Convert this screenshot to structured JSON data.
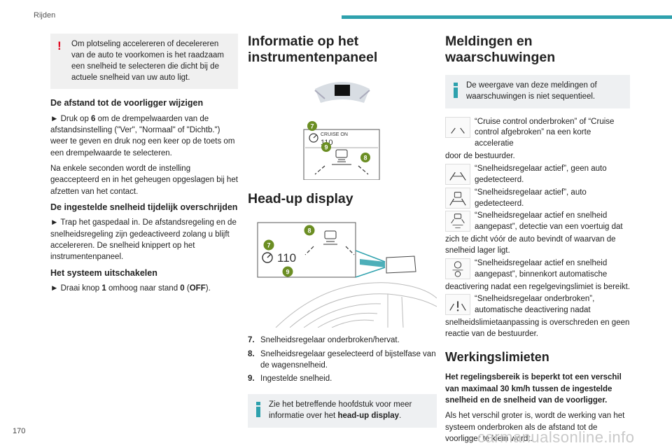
{
  "header": {
    "title": "Rijden",
    "page_number": "170"
  },
  "watermark": "carmanualsonline.info",
  "col1": {
    "warning": "Om plotseling accelereren of decelereren van de auto te voorkomen is het raadzaam een snelheid te selecteren die dicht bij de actuele snelheid van uw auto ligt.",
    "s1_title": "De afstand tot de voorligger wijzigen",
    "s1_p1_a": "► Druk op ",
    "s1_p1_b": "6",
    "s1_p1_c": " om de drempelwaarden van de afstandsinstelling (\"Ver\", \"Normaal\" of \"Dichtb.\") weer te geven en druk nog een keer op de toets om een drempelwaarde te selecteren.",
    "s1_p2": "Na enkele seconden wordt de instelling geaccepteerd en in het geheugen opgeslagen bij het afzetten van het contact.",
    "s2_title": "De ingestelde snelheid tijdelijk overschrijden",
    "s2_p1": "► Trap het gaspedaal in. De afstandsregeling en de snelheidsregeling zijn gedeactiveerd zolang u blijft accelereren. De snelheid knippert op het instrumentenpaneel.",
    "s3_title": "Het systeem uitschakelen",
    "s3_p1_a": "► Draai knop ",
    "s3_p1_b": "1",
    "s3_p1_c": " omhoog naar stand ",
    "s3_p1_d": "0",
    "s3_p1_e": " (",
    "s3_p1_f": "OFF",
    "s3_p1_g": ")."
  },
  "col2": {
    "h_instr": "Informatie op het instrumentenpaneel",
    "fig1": {
      "label": "CRUISE ON",
      "speed": "110",
      "badges": [
        "7",
        "9",
        "8"
      ]
    },
    "h_hud": "Head-up display",
    "fig2": {
      "speed": "110",
      "badges": [
        "8",
        "7",
        "9"
      ]
    },
    "legend": [
      {
        "num": "7.",
        "text": "Snelheidsregelaar onderbroken/hervat."
      },
      {
        "num": "8.",
        "text": "Snelheidsregelaar geselecteerd of bijstelfase van de wagensnelheid."
      },
      {
        "num": "9.",
        "text": "Ingestelde snelheid."
      }
    ],
    "info_a": "Zie het betreffende hoofdstuk voor meer informatie over het ",
    "info_b": "head-up display",
    "info_c": "."
  },
  "col3": {
    "h_msg": "Meldingen en waarschuwingen",
    "info": "De weergave van deze meldingen of waarschuwingen is niet sequentieel.",
    "m1_a": "“Cruise control onderbroken” of “Cruise control afgebroken” na een korte acceleratie",
    "m1_b": "door de bestuurder.",
    "m2": "“Snelheidsregelaar actief”, geen auto gedetecteerd.",
    "m3": "“Snelheidsregelaar actief”, auto gedetecteerd.",
    "m4_a": "“Snelheidsregelaar actief en snelheid aangepast”, detectie van een voertuig dat",
    "m4_b": "zich te dicht vóór de auto bevindt of waarvan de snelheid lager ligt.",
    "m5_a": "“Snelheidsregelaar actief en snelheid aangepast”, binnenkort automatische",
    "m5_b": "deactivering nadat een regelgevingslimiet is bereikt.",
    "m6_a": "“Snelheidsregelaar onderbroken”, automatische deactivering nadat",
    "m6_b": "snelheidslimietaanpassing is overschreden en geen reactie van de bestuurder.",
    "h_limits": "Werkingslimieten",
    "lim_bold": "Het regelingsbereik is beperkt tot een verschil van maximaal 30 km/h tussen de ingestelde snelheid en de snelheid van de voorligger.",
    "lim_p": "Als het verschil groter is, wordt de werking van het systeem onderbroken als de afstand tot de voorligger te klein wordt."
  },
  "colors": {
    "accent": "#2ea1ad",
    "warning": "#e2001a",
    "badge": "#6b8e23"
  },
  "icons": [
    "warning-exclamation-icon",
    "info-icon",
    "cruise-control-icon",
    "car-ahead-icon",
    "exclamation-icon"
  ]
}
